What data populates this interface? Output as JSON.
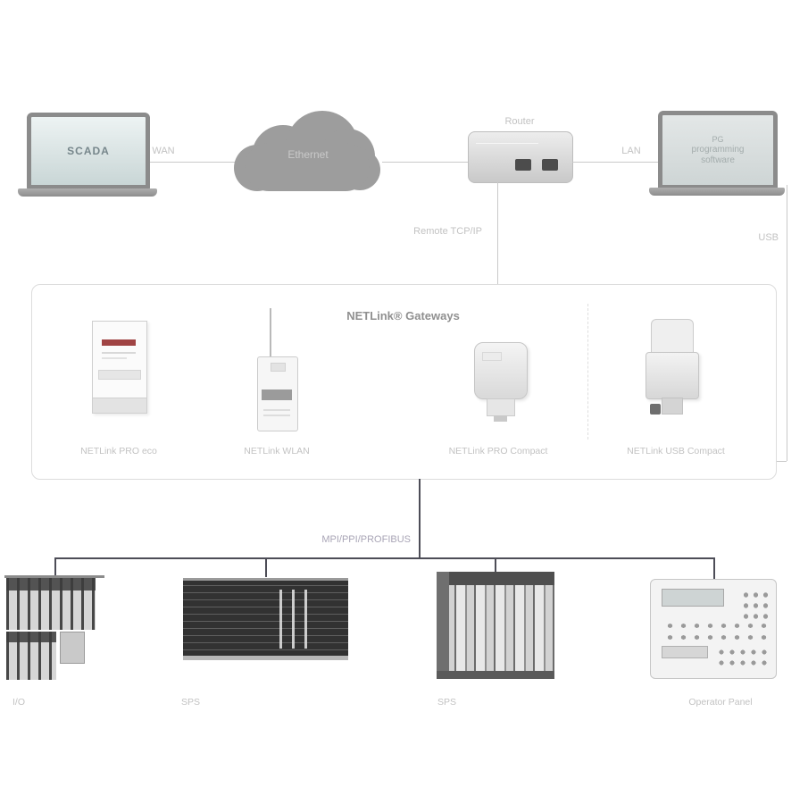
{
  "nodes": {
    "scada_laptop": {
      "screen_label": "SCADA"
    },
    "wan_link": {
      "label": "WAN"
    },
    "cloud": {
      "label": "Ethernet"
    },
    "router": {
      "label": "Router"
    },
    "lan_link": {
      "label": "LAN"
    },
    "pg_laptop": {
      "screen_line1": "PG",
      "screen_line2": "programming",
      "screen_line3": "software"
    },
    "remote_link": {
      "label": "Remote TCP/IP"
    },
    "usb_link": {
      "label": "USB"
    },
    "fieldbus": {
      "label": "MPI/PPI/PROFIBUS"
    }
  },
  "gateways_box": {
    "title": "NETLink® Gateways",
    "items": [
      {
        "label": "NETLink PRO eco"
      },
      {
        "label": "NETLink WLAN"
      },
      {
        "label": "NETLink PRO Compact"
      },
      {
        "label": "NETLink USB Compact"
      }
    ]
  },
  "field_devices": [
    {
      "label": "I/O"
    },
    {
      "label": "SPS"
    },
    {
      "label": "SPS"
    },
    {
      "label": "Operator Panel"
    }
  ],
  "colors": {
    "connector_line": "#c9c9c9",
    "bus_line": "#4d4d57",
    "label_text": "#c2c2c2",
    "title_text": "#909090",
    "bus_label_text": "#a9a5b6",
    "brand_stripe": "#a04444"
  }
}
